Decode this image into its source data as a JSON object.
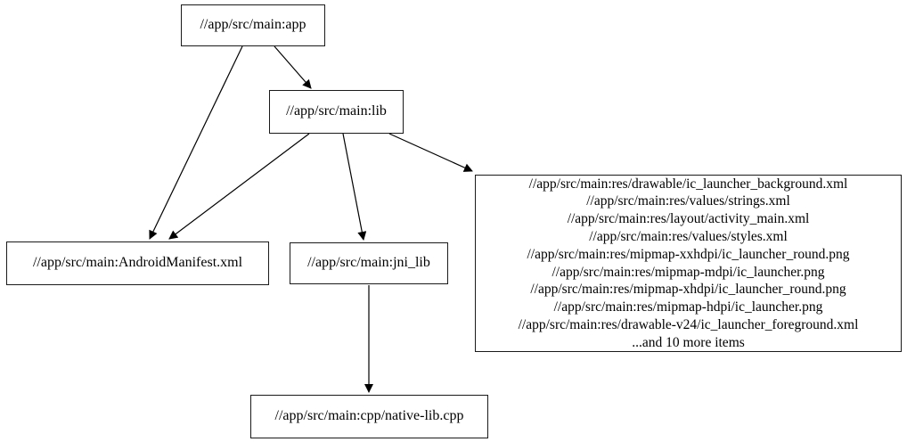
{
  "diagram": {
    "type": "dependency-graph",
    "background_color": "#ffffff",
    "node_border_color": "#000000",
    "edge_color": "#000000",
    "nodes": {
      "app": {
        "label": "//app/src/main:app"
      },
      "lib": {
        "label": "//app/src/main:lib"
      },
      "manifest": {
        "label": "//app/src/main:AndroidManifest.xml"
      },
      "jni_lib": {
        "label": "//app/src/main:jni_lib"
      },
      "cpp": {
        "label": "//app/src/main:cpp/native-lib.cpp"
      },
      "res": {
        "lines": [
          "//app/src/main:res/drawable/ic_launcher_background.xml",
          "//app/src/main:res/values/strings.xml",
          "//app/src/main:res/layout/activity_main.xml",
          "//app/src/main:res/values/styles.xml",
          "//app/src/main:res/mipmap-xxhdpi/ic_launcher_round.png",
          "//app/src/main:res/mipmap-mdpi/ic_launcher.png",
          "//app/src/main:res/mipmap-xhdpi/ic_launcher_round.png",
          "//app/src/main:res/mipmap-hdpi/ic_launcher.png",
          "//app/src/main:res/drawable-v24/ic_launcher_foreground.xml",
          "...and 10 more items"
        ]
      }
    },
    "edges": [
      {
        "from": "//app/src/main:app",
        "to": "//app/src/main:lib"
      },
      {
        "from": "//app/src/main:app",
        "to": "//app/src/main:AndroidManifest.xml"
      },
      {
        "from": "//app/src/main:lib",
        "to": "//app/src/main:AndroidManifest.xml"
      },
      {
        "from": "//app/src/main:lib",
        "to": "//app/src/main:jni_lib"
      },
      {
        "from": "//app/src/main:lib",
        "to": "//app/src/main:res (resource file group)"
      },
      {
        "from": "//app/src/main:jni_lib",
        "to": "//app/src/main:cpp/native-lib.cpp"
      }
    ]
  }
}
